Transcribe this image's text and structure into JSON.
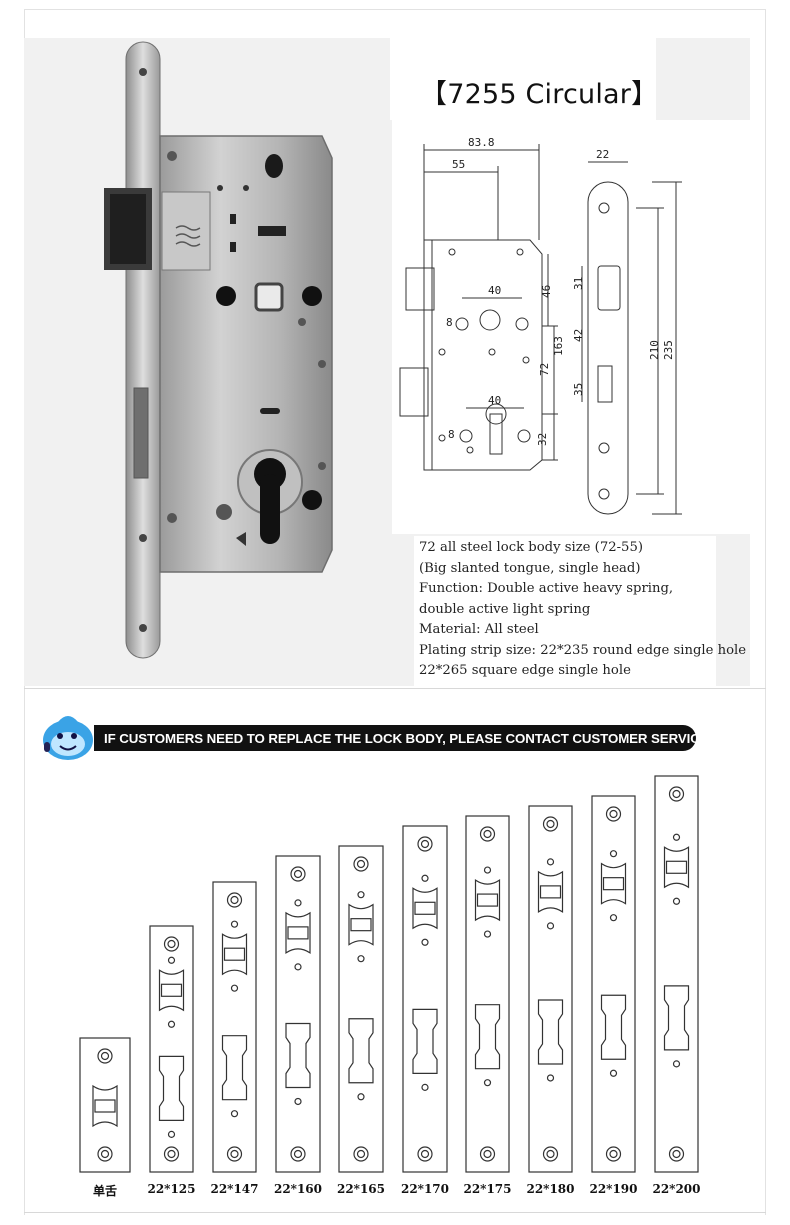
{
  "title": "【7255 Circular】",
  "drawing": {
    "dims": [
      "83.8",
      "55",
      "22",
      "40",
      "46",
      "8",
      "42",
      "31",
      "163",
      "72",
      "210",
      "235",
      "35",
      "40",
      "8",
      "32"
    ]
  },
  "specs": [
    "72 all steel lock body size (72-55)",
    "(Big slanted tongue, single head)",
    "Function: Double active heavy spring,",
    "double active light spring",
    "Material: All steel",
    "Plating strip size: 22*235 round edge single hole",
    "22*265 square edge single hole"
  ],
  "banner": {
    "text": "IF CUSTOMERS NEED TO REPLACE THE LOCK BODY, PLEASE CONTACT CUSTOMER SERVICE"
  },
  "strips": [
    {
      "label": "单舌"
    },
    {
      "label": "22*125"
    },
    {
      "label": "22*147"
    },
    {
      "label": "22*160"
    },
    {
      "label": "22*165"
    },
    {
      "label": "22*170"
    },
    {
      "label": "22*175"
    },
    {
      "label": "22*180"
    },
    {
      "label": "22*190"
    },
    {
      "label": "22*200"
    }
  ]
}
